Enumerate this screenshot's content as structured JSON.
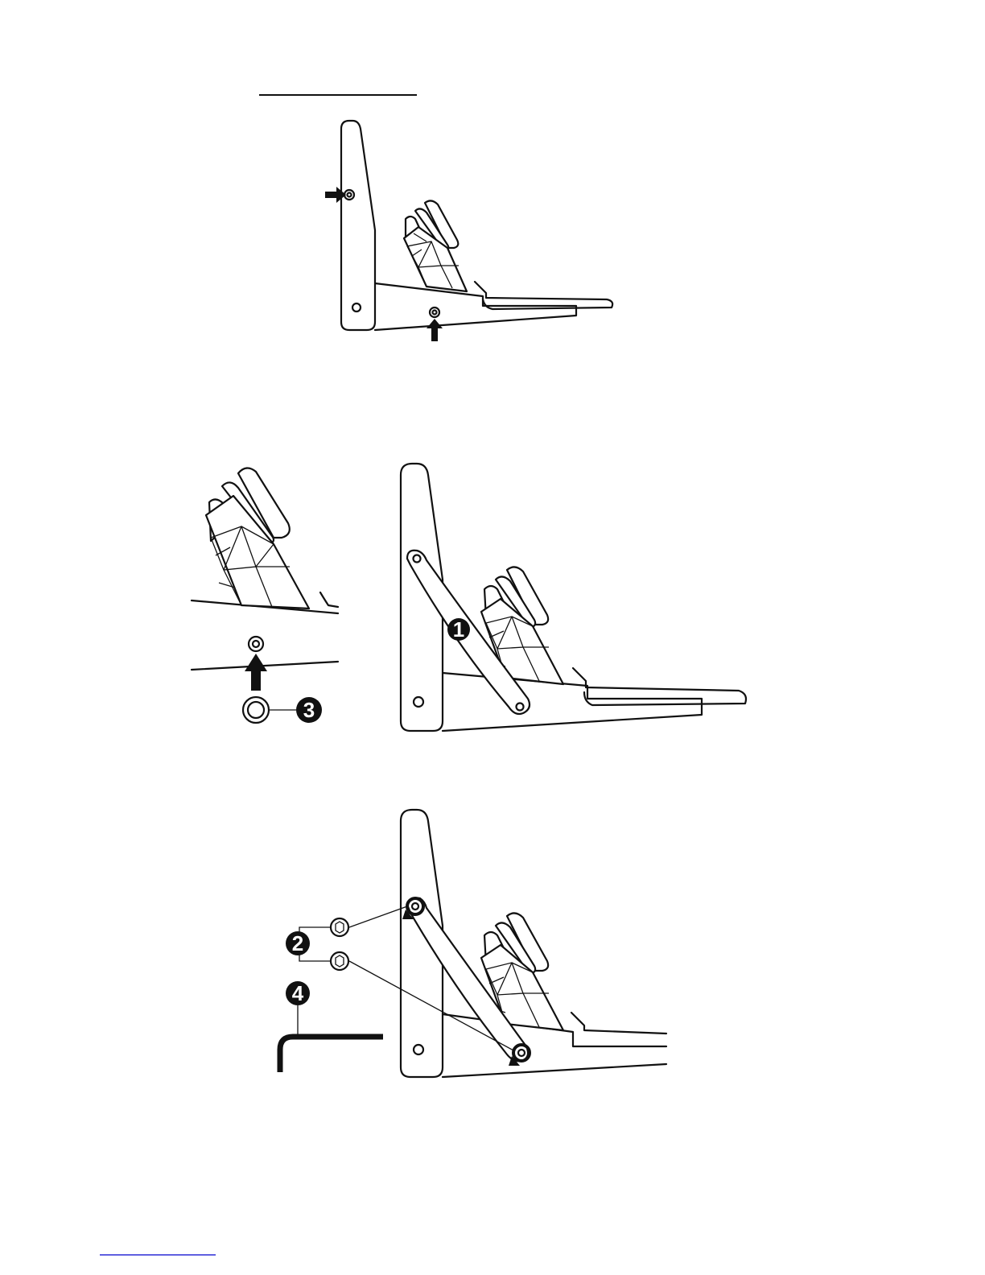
{
  "callouts": {
    "one": "1",
    "two": "2",
    "three": "3",
    "four": "4"
  },
  "colors": {
    "ink": "#111111",
    "paper": "#ffffff",
    "footer_rule": "#2b2bd6"
  }
}
